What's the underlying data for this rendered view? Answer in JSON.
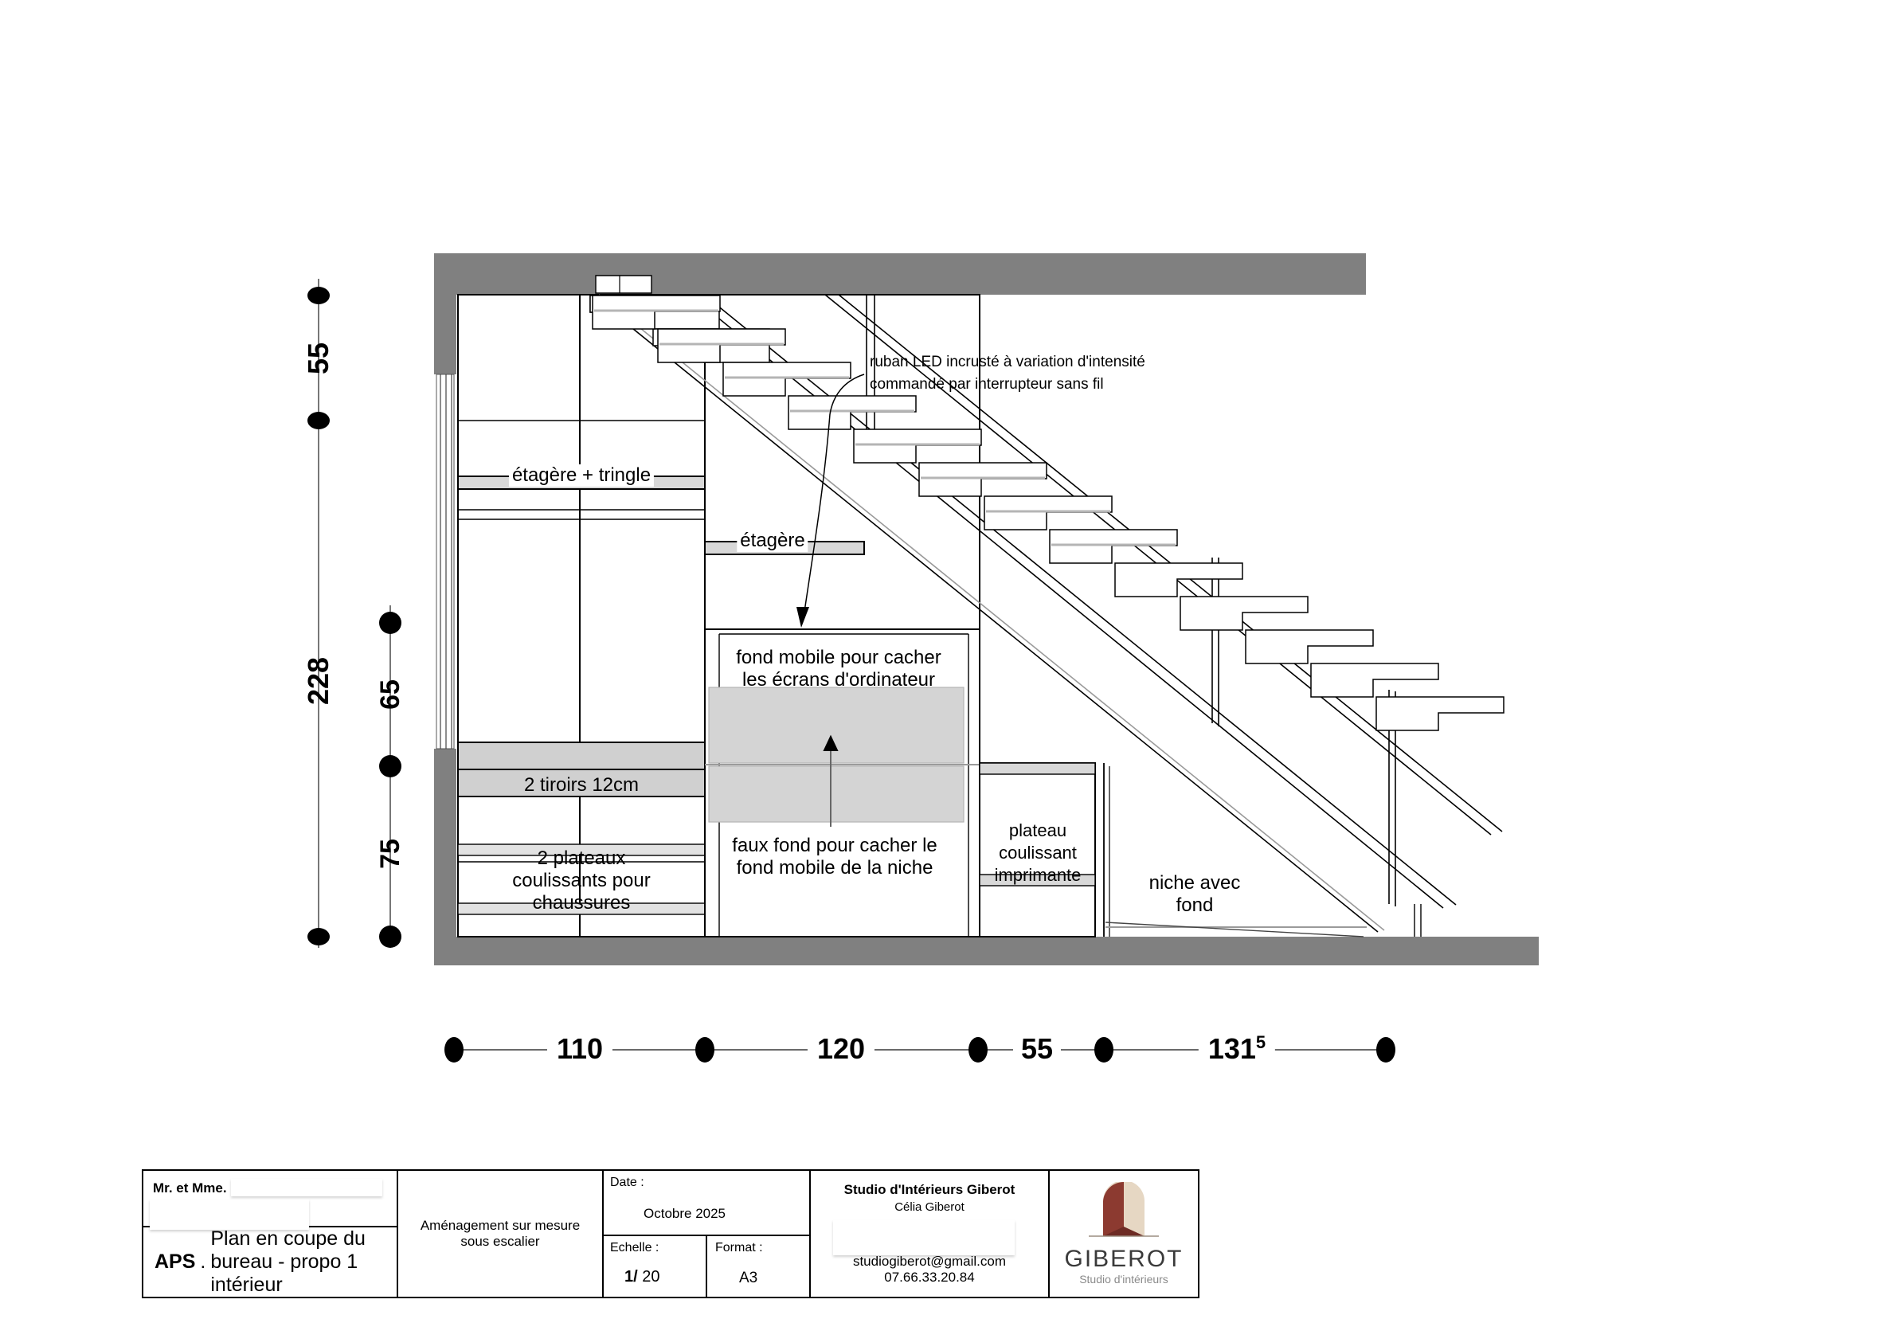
{
  "drawing": {
    "title": "Plan en coupe du bureau - propo 1 intérieur",
    "annotations": {
      "led": {
        "line1": "ruban LED incrusté à variation d'intensité",
        "line2": "commandé par interrupteur sans fil"
      },
      "shelf_rail": "étagère + tringle",
      "shelf": "étagère",
      "drawers": "2 tiroirs 12cm",
      "shoe_trays": {
        "line1": "2 plateaux",
        "line2": "coulissants pour",
        "line3": "chaussures"
      },
      "movable_back": {
        "line1": "fond mobile pour cacher",
        "line2": "les écrans d'ordinateur"
      },
      "false_back": {
        "line1": "faux fond pour cacher le",
        "line2": "fond mobile de la niche"
      },
      "printer_tray": {
        "line1": "plateau",
        "line2": "coulissant",
        "line3": "imprimante"
      },
      "niche": {
        "line1": "niche avec",
        "line2": "fond"
      }
    },
    "dimensions": {
      "vertical_outer": [
        {
          "label": "55",
          "value": 55
        },
        {
          "label": "228",
          "value": 228
        }
      ],
      "vertical_inner": [
        {
          "label": "65",
          "value": 65
        },
        {
          "label": "75",
          "value": 75
        }
      ],
      "horizontal": [
        {
          "label": "110",
          "value": 110
        },
        {
          "label": "120",
          "value": 120
        },
        {
          "label": "55",
          "value": 55
        },
        {
          "label": "131",
          "sup": "5",
          "value": 131.5
        }
      ]
    },
    "colors": {
      "wall": "#808080",
      "shelf_fill": "#d0d0d0",
      "panel_fill": "#d4d4d4",
      "line": "#000000",
      "logo_dark": "#8c3a30",
      "logo_light": "#e6d7c3"
    }
  },
  "title_block": {
    "client_label": "Mr. et Mme.",
    "client_name": "",
    "project_line1": "Aménagement sur mesure",
    "project_line2": "sous escalier",
    "date_label": "Date :",
    "date_value": "Octobre 2025",
    "scale_label": "Echelle :",
    "scale_value_bold": "1/",
    "scale_value_rest": " 20",
    "format_label": "Format :",
    "format_value": "A3",
    "phase": "APS",
    "phase_sep": ".",
    "studio_name": "Studio d'Intérieurs Giberot",
    "studio_person": "Célia Giberot",
    "studio_address": "",
    "studio_email": "studiogiberot@gmail.com",
    "studio_phone": "07.66.33.20.84",
    "logo_name": "GIBEROT",
    "logo_tagline": "Studio d'intérieurs"
  }
}
